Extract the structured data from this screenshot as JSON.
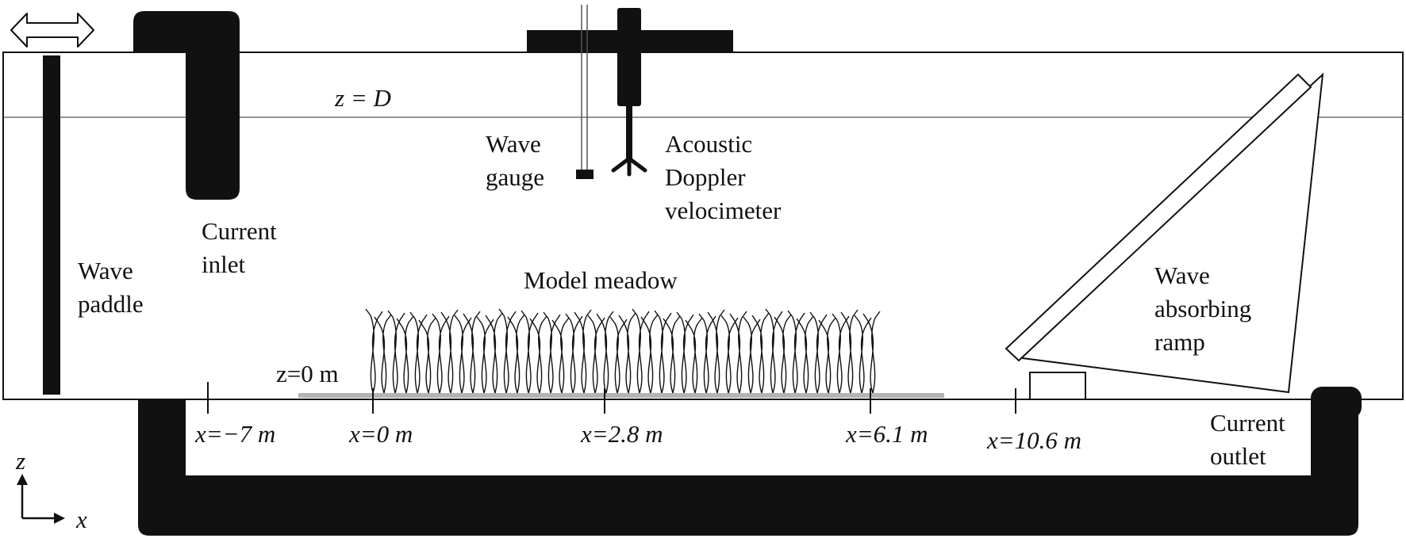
{
  "labels": {
    "surface": "z = D",
    "bed": "z=0 m",
    "wave_paddle": [
      "Wave",
      "paddle"
    ],
    "current_inlet": [
      "Current",
      "inlet"
    ],
    "wave_gauge": [
      "Wave",
      "gauge"
    ],
    "adv": [
      "Acoustic",
      "Doppler",
      "velocimeter"
    ],
    "model_meadow": "Model meadow",
    "wave_ramp": [
      "Wave",
      "absorbing",
      "ramp"
    ],
    "current_outlet": [
      "Current",
      "outlet"
    ]
  },
  "positions": [
    "x=−7 m",
    "x=0 m",
    "x=2.8 m",
    "x=6.1 m",
    "x=10.6 m"
  ],
  "axes": {
    "vertical": "z",
    "horizontal": "x"
  },
  "icons": {
    "paddle_motion": "double-arrow-icon",
    "axes": "axes-icon"
  },
  "colors": {
    "ink": "#111111",
    "bed": "#b3b3b3",
    "background": "#ffffff"
  }
}
